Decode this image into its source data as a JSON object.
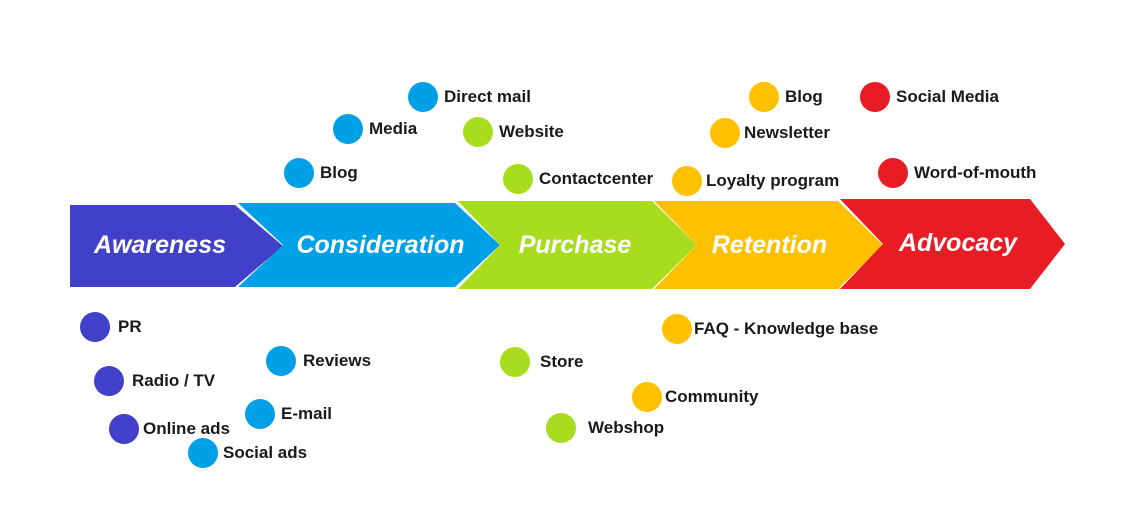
{
  "colors": {
    "awareness": "#4040c8",
    "consideration": "#00a0e6",
    "purchase": "#a8dc1e",
    "retention": "#ffc000",
    "advocacy": "#e81c24"
  },
  "stages": [
    {
      "label": "Awareness",
      "color_key": "awareness"
    },
    {
      "label": "Consideration",
      "color_key": "consideration"
    },
    {
      "label": "Purchase",
      "color_key": "purchase"
    },
    {
      "label": "Retention",
      "color_key": "retention"
    },
    {
      "label": "Advocacy",
      "color_key": "advocacy"
    }
  ],
  "touchpoints": [
    {
      "label": "Direct mail",
      "stage": "consideration"
    },
    {
      "label": "Media",
      "stage": "consideration"
    },
    {
      "label": "Blog",
      "stage": "consideration"
    },
    {
      "label": "Website",
      "stage": "purchase"
    },
    {
      "label": "Contactcenter",
      "stage": "purchase"
    },
    {
      "label": "Blog",
      "stage": "retention"
    },
    {
      "label": "Newsletter",
      "stage": "retention"
    },
    {
      "label": "Loyalty program",
      "stage": "retention"
    },
    {
      "label": "Social Media",
      "stage": "advocacy"
    },
    {
      "label": "Word-of-mouth",
      "stage": "advocacy"
    },
    {
      "label": "PR",
      "stage": "awareness"
    },
    {
      "label": "Radio / TV",
      "stage": "awareness"
    },
    {
      "label": "Online ads",
      "stage": "awareness"
    },
    {
      "label": "Reviews",
      "stage": "consideration"
    },
    {
      "label": "E-mail",
      "stage": "consideration"
    },
    {
      "label": "Social ads",
      "stage": "consideration"
    },
    {
      "label": "Store",
      "stage": "purchase"
    },
    {
      "label": "Webshop",
      "stage": "purchase"
    },
    {
      "label": "FAQ - Knowledge base",
      "stage": "retention"
    },
    {
      "label": "Community",
      "stage": "retention"
    }
  ]
}
